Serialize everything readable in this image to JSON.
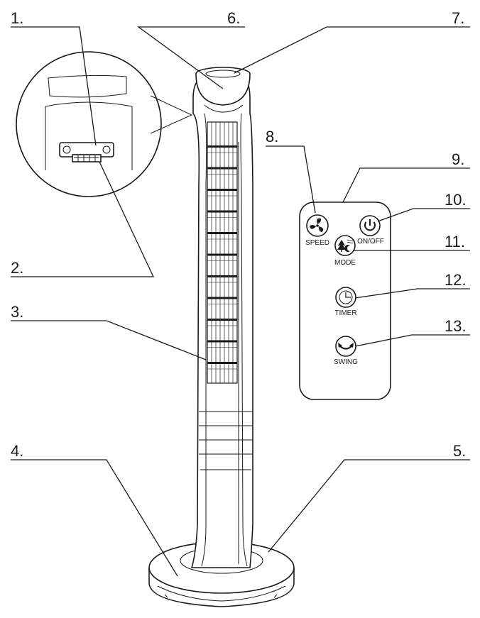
{
  "callouts": [
    "1.",
    "2.",
    "3.",
    "4.",
    "5.",
    "6.",
    "7.",
    "8.",
    "9.",
    "10.",
    "11.",
    "12.",
    "13."
  ],
  "remote": {
    "speed_label": "SPEED",
    "onoff_label": "ON/OFF",
    "mode_label": "MODE",
    "timer_label": "TIMER",
    "swing_label": "SWING"
  },
  "icons": {
    "speed": "fan-icon",
    "onoff": "power-icon",
    "mode": "tree-moon-icon",
    "timer": "clock-icon",
    "swing": "swing-arrows-icon"
  }
}
